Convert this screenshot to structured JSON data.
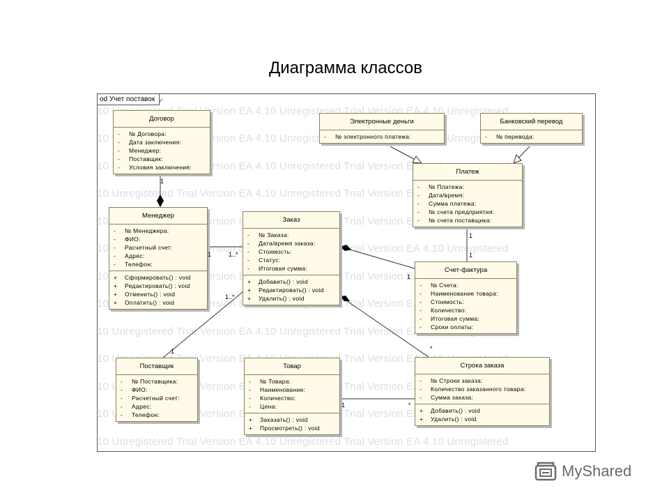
{
  "title": "Диаграмма классов",
  "frame_label": "od Учет поставок",
  "watermark_text": "10 Unregistered Trial Version   EA 4.10 Unregistered Trial Version   EA 4.10 Unregistered",
  "classes": {
    "dogovor": {
      "name": "Договор",
      "attrs": [
        {
          "vis": "-",
          "text": "№ Договора:"
        },
        {
          "vis": "-",
          "text": "Дата заключения:"
        },
        {
          "vis": "-",
          "text": "Менеджер:"
        },
        {
          "vis": "-",
          "text": "Поставщик:"
        },
        {
          "vis": "-",
          "text": "Условия заключения:"
        }
      ]
    },
    "manager": {
      "name": "Менеджер",
      "attrs": [
        {
          "vis": "-",
          "text": "№ Менеджера:"
        },
        {
          "vis": "-",
          "text": "ФИО:"
        },
        {
          "vis": "-",
          "text": "Расчетный счет:"
        },
        {
          "vis": "-",
          "text": "Адрес:"
        },
        {
          "vis": "-",
          "text": "Телефон:"
        }
      ],
      "ops": [
        {
          "vis": "+",
          "text": "Сформировать() : void"
        },
        {
          "vis": "+",
          "text": "Редактировать() : void"
        },
        {
          "vis": "+",
          "text": "Отменить() : void"
        },
        {
          "vis": "+",
          "text": "Оплатить() : void"
        }
      ]
    },
    "postavshik": {
      "name": "Поставщик",
      "attrs": [
        {
          "vis": "-",
          "text": "№ Поставщика:"
        },
        {
          "vis": "-",
          "text": "ФИО:"
        },
        {
          "vis": "-",
          "text": "Расчетный счет:"
        },
        {
          "vis": "-",
          "text": "Адрес:"
        },
        {
          "vis": "-",
          "text": "Телефон:"
        }
      ]
    },
    "zakaz": {
      "name": "Заказ",
      "attrs": [
        {
          "vis": "-",
          "text": "№ Заказа:"
        },
        {
          "vis": "-",
          "text": "Дата/время заказа:"
        },
        {
          "vis": "-",
          "text": "Стоимость:"
        },
        {
          "vis": "-",
          "text": "Статус:"
        },
        {
          "vis": "-",
          "text": "Итоговая сумма:"
        }
      ],
      "ops": [
        {
          "vis": "+",
          "text": "Добавить() : void"
        },
        {
          "vis": "+",
          "text": "Редактировать() : void"
        },
        {
          "vis": "+",
          "text": "Удалить() : void"
        }
      ]
    },
    "tovar": {
      "name": "Товар",
      "attrs": [
        {
          "vis": "-",
          "text": "№ Товара:"
        },
        {
          "vis": "-",
          "text": "Наименование:"
        },
        {
          "vis": "-",
          "text": "Количество:"
        },
        {
          "vis": "-",
          "text": "Цена:"
        }
      ],
      "ops": [
        {
          "vis": "+",
          "text": "Заказать() : void"
        },
        {
          "vis": "+",
          "text": "Просмотреть() : void"
        }
      ]
    },
    "eden": {
      "name": "Электронные деньги",
      "attrs": [
        {
          "vis": "-",
          "text": "№ электронного платежа:"
        }
      ]
    },
    "bank": {
      "name": "Банковский перевод",
      "attrs": [
        {
          "vis": "-",
          "text": "№ перевода:"
        }
      ]
    },
    "platezh": {
      "name": "Платеж",
      "attrs": [
        {
          "vis": "-",
          "text": "№ Платежа:"
        },
        {
          "vis": "-",
          "text": "Дата/время:"
        },
        {
          "vis": "-",
          "text": "Сумма платежа:"
        },
        {
          "vis": "-",
          "text": "№ счета предприятия:"
        },
        {
          "vis": "-",
          "text": "№ счета поставщика:"
        }
      ]
    },
    "schet": {
      "name": "Счет-фактура",
      "attrs": [
        {
          "vis": "-",
          "text": "№ Счета:"
        },
        {
          "vis": "-",
          "text": "Наименование товара:"
        },
        {
          "vis": "-",
          "text": "Стоимость:"
        },
        {
          "vis": "-",
          "text": "Количество:"
        },
        {
          "vis": "-",
          "text": "Итоговая сумма:"
        },
        {
          "vis": "-",
          "text": "Сроки оплаты:"
        }
      ]
    },
    "stroka": {
      "name": "Строка заказа",
      "attrs": [
        {
          "vis": "-",
          "text": "№ Строки заказа:"
        },
        {
          "vis": "-",
          "text": "Количество заказанного товара:"
        },
        {
          "vis": "-",
          "text": "Сумма заказа:"
        }
      ],
      "ops": [
        {
          "vis": "+",
          "text": "Добавить() : void"
        },
        {
          "vis": "+",
          "text": "Удалить() : void"
        }
      ]
    }
  },
  "multiplicities": {
    "dogovor_manager": "1",
    "manager_zakaz_left": "1",
    "manager_zakaz_right": "1..*",
    "zakaz_postavshik_top": "1..*",
    "zakaz_postavshik_bottom": "1",
    "platezh_schet_top": "1",
    "platezh_schet_bottom": "1",
    "zakaz_schet": "1",
    "zakaz_stroka": "*",
    "tovar_stroka_left": "1",
    "tovar_stroka_right": "*"
  },
  "logo_text": "MyShared"
}
